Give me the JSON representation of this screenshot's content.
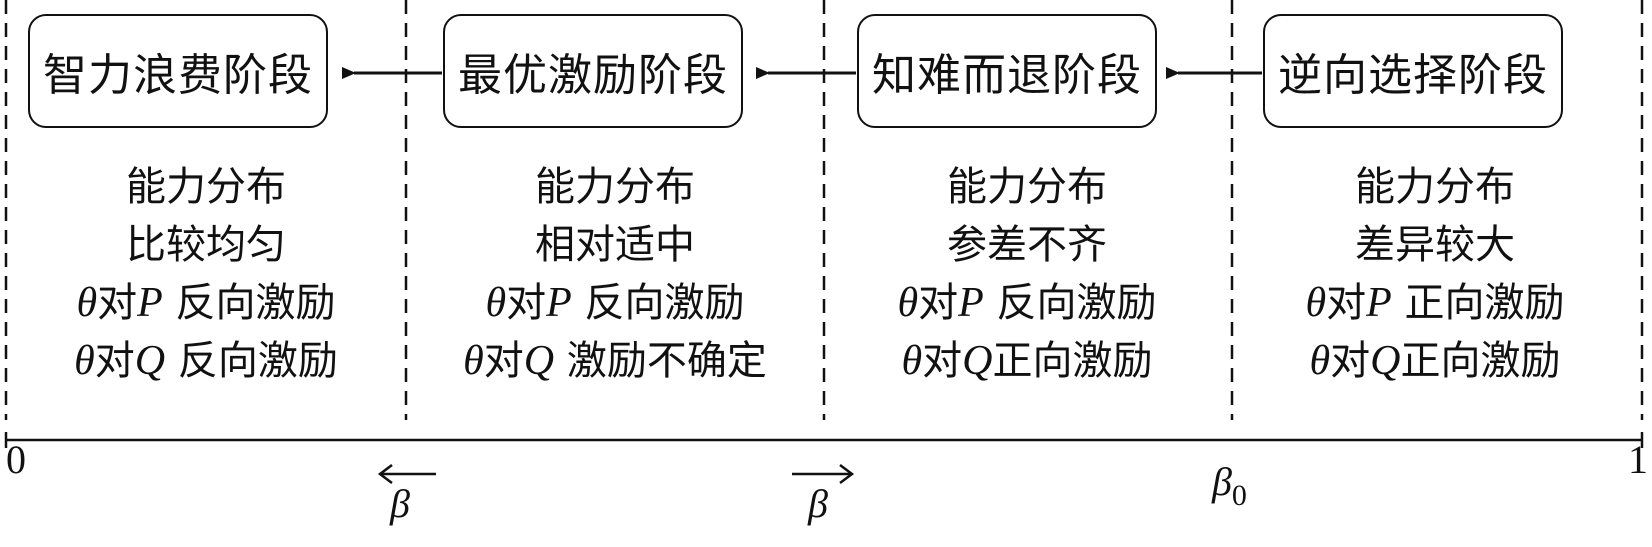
{
  "stages": [
    {
      "title": "智力浪费阶段",
      "lines": [
        "能力分布",
        "比较均匀"
      ],
      "p_effect": "反向激励",
      "q_effect": "反向激励"
    },
    {
      "title": "最优激励阶段",
      "lines": [
        "能力分布",
        "相对适中"
      ],
      "p_effect": "反向激励",
      "q_effect": "激励不确定"
    },
    {
      "title": "知难而退阶段",
      "lines": [
        "能力分布",
        "参差不齐"
      ],
      "p_effect": "反向激励",
      "q_effect": "正向激励"
    },
    {
      "title": "逆向选择阶段",
      "lines": [
        "能力分布",
        "差异较大"
      ],
      "p_effect": "正向激励",
      "q_effect": "正向激励"
    }
  ],
  "vars": {
    "theta": "θ",
    "dui": "对",
    "P": "P",
    "Q": "Q"
  },
  "axis": {
    "start": "0",
    "end": "1",
    "beta_left": "β",
    "beta_right": "β",
    "beta0": "β",
    "beta0_sub": "0"
  }
}
